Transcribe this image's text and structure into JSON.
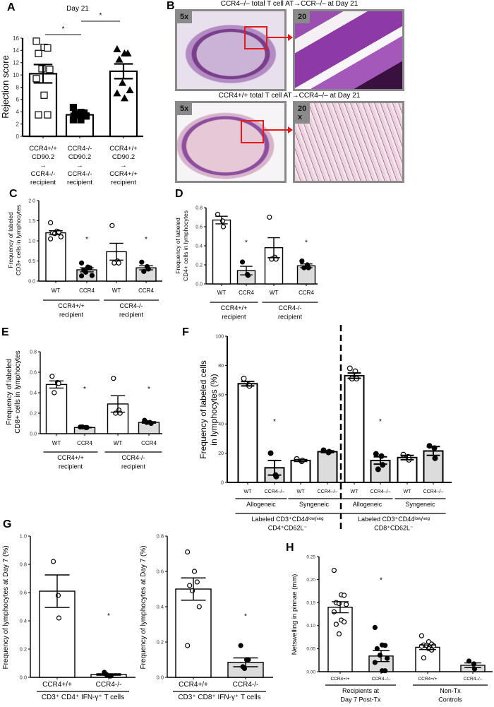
{
  "panel_labels": [
    "A",
    "B",
    "C",
    "D",
    "E",
    "F",
    "G",
    "H"
  ],
  "panel_b": {
    "top_title": "CCR4–/– total T cell AT→CCR–/– at Day 21",
    "bottom_title": "CCR4+/+ total T cell AT→CCR4–/– at Day 21",
    "top_left_mag": "5x",
    "top_right_mag": "20",
    "bottom_left_mag": "5x",
    "bottom_right_mag": "20\nx",
    "colors": {
      "box": "#e31b1b",
      "frame": "#8a8a8a",
      "stain_dark": "#6a2a7a",
      "stain_light": "#e8c6d6"
    }
  },
  "chart_data": [
    {
      "panel": "A",
      "type": "bar",
      "title": "Day 21",
      "ylabel": [
        "Rejection score"
      ],
      "ylim": [
        0,
        16
      ],
      "yticks": [
        "0",
        "2",
        "4",
        "6",
        "8",
        "10",
        "12",
        "14",
        "16"
      ],
      "categories": [
        [
          "CCR4+/+",
          "CD90.2",
          "→",
          "CCR4-/-",
          "recipient"
        ],
        [
          "CCR4-/-",
          "CD90.2",
          "→",
          "CCR4-/-",
          "recipient"
        ],
        [
          "CCR4+/+",
          "CD90.2",
          "→",
          "CCR4+/+",
          "recipient"
        ]
      ],
      "bars": [
        {
          "mean": 10.2,
          "sem": 1.5,
          "fill": "#ffffff",
          "marker": "open-square",
          "points": [
            15.5,
            14.5,
            14.4,
            13.5,
            11.0,
            10.9,
            9.4,
            6.7,
            3.5,
            3.5
          ]
        },
        {
          "mean": 3.5,
          "sem": 0.25,
          "fill": "#ffffff",
          "marker": "filled-square",
          "points": [
            4.7,
            3.9,
            3.8,
            3.6,
            3.5,
            3.3,
            2.7,
            2.7
          ]
        },
        {
          "mean": 10.6,
          "sem": 1.2,
          "fill": "#ffffff",
          "marker": "filled-triangle",
          "points": [
            14.2,
            13.5,
            13.5,
            12.5,
            8.7,
            7.5,
            7.0,
            6.2
          ]
        }
      ],
      "significance": [
        {
          "between": [
            0,
            1
          ],
          "label": "*"
        },
        {
          "between": [
            1,
            2
          ],
          "label": "*"
        }
      ]
    },
    {
      "panel": "C",
      "type": "bar",
      "ylabel": [
        "Frequency of labeled",
        "CD3+ cells in lymphocytes"
      ],
      "ylim": [
        0,
        2.0
      ],
      "yticks": [
        "0.0",
        "0.5",
        "1.0",
        "1.5",
        "2.0"
      ],
      "categories": [
        "WT",
        "CCR4",
        "WT",
        "CCR4"
      ],
      "groups": [
        {
          "label": [
            "CCR4+/+",
            "recipient"
          ],
          "span": [
            0,
            1
          ]
        },
        {
          "label": [
            "CCR4-/-",
            "recipient"
          ],
          "span": [
            2,
            3
          ]
        }
      ],
      "bars": [
        {
          "mean": 1.2,
          "sem": 0.05,
          "fill": "#ffffff",
          "marker": "open-circle",
          "points": [
            1.45,
            1.24,
            1.22,
            1.2,
            1.18,
            1.1,
            1.05
          ]
        },
        {
          "mean": 0.28,
          "sem": 0.05,
          "fill": "#dcdcdc",
          "marker": "filled-circle",
          "star": "*",
          "points": [
            0.45,
            0.35,
            0.33,
            0.28,
            0.22,
            0.14,
            0.13
          ]
        },
        {
          "mean": 0.73,
          "sem": 0.21,
          "fill": "#ffffff",
          "marker": "open-circle",
          "points": [
            1.38,
            0.5,
            0.45,
            0.45
          ]
        },
        {
          "mean": 0.33,
          "sem": 0.05,
          "fill": "#dcdcdc",
          "marker": "filled-circle",
          "star": "*",
          "points": [
            0.47,
            0.36,
            0.3,
            0.24
          ]
        }
      ]
    },
    {
      "panel": "D",
      "type": "bar",
      "ylabel": [
        "Frequency of labeled",
        "CD4+ cells in lymphocytes"
      ],
      "ylim": [
        0,
        0.8
      ],
      "yticks": [
        "0.0",
        "0.2",
        "0.4",
        "0.6",
        "0.8"
      ],
      "categories": [
        "WT",
        "CCR4",
        "WT",
        "CCR4"
      ],
      "groups": [
        {
          "label": [
            "CCR4+/+",
            "recipient"
          ],
          "span": [
            0,
            1
          ]
        },
        {
          "label": [
            "CCR4-/-",
            "recipient"
          ],
          "span": [
            2,
            3
          ]
        }
      ],
      "bars": [
        {
          "mean": 0.67,
          "sem": 0.04,
          "fill": "#ffffff",
          "marker": "open-circle",
          "points": [
            0.73,
            0.66,
            0.6
          ]
        },
        {
          "mean": 0.14,
          "sem": 0.045,
          "fill": "#dcdcdc",
          "marker": "filled-circle",
          "star": "*",
          "points": [
            0.23,
            0.1,
            0.09
          ]
        },
        {
          "mean": 0.38,
          "sem": 0.105,
          "fill": "#ffffff",
          "marker": "open-circle",
          "points": [
            0.7,
            0.28,
            0.26,
            0.26
          ]
        },
        {
          "mean": 0.19,
          "sem": 0.02,
          "fill": "#dcdcdc",
          "marker": "filled-circle",
          "star": "*",
          "points": [
            0.24,
            0.2,
            0.17,
            0.17
          ]
        }
      ]
    },
    {
      "panel": "E",
      "type": "bar",
      "ylabel": [
        "Frequency of labeled",
        "CD8+ cells in lymphocytes"
      ],
      "ylim": [
        0,
        0.8
      ],
      "yticks": [
        "0.0",
        "0.2",
        "0.4",
        "0.6",
        "0.8"
      ],
      "categories": [
        "WT",
        "CCR4",
        "WT",
        "CCR4"
      ],
      "groups": [
        {
          "label": [
            "CCR4+/+",
            "recipient"
          ],
          "span": [
            0,
            1
          ]
        },
        {
          "label": [
            "CCR4-/-",
            "recipient"
          ],
          "span": [
            2,
            3
          ]
        }
      ],
      "bars": [
        {
          "mean": 0.48,
          "sem": 0.035,
          "fill": "#ffffff",
          "marker": "open-circle",
          "points": [
            0.56,
            0.5,
            0.49,
            0.4
          ]
        },
        {
          "mean": 0.06,
          "sem": 0.003,
          "fill": "#dcdcdc",
          "marker": "filled-circle",
          "star": "*",
          "points": [
            0.065,
            0.06,
            0.06,
            0.066
          ]
        },
        {
          "mean": 0.29,
          "sem": 0.08,
          "fill": "#ffffff",
          "marker": "open-circle",
          "points": [
            0.54,
            0.23,
            0.2,
            0.2
          ]
        },
        {
          "mean": 0.11,
          "sem": 0.008,
          "fill": "#dcdcdc",
          "marker": "filled-circle",
          "star": "*",
          "points": [
            0.13,
            0.11,
            0.1,
            0.11
          ]
        }
      ]
    },
    {
      "panel": "F",
      "type": "bar",
      "ylabel": [
        "Frequency of labeled cells",
        "in lymphocytes (%)"
      ],
      "ylim": [
        0,
        100
      ],
      "yticks": [
        "0",
        "20",
        "40",
        "60",
        "80",
        "100"
      ],
      "categories": [
        "WT",
        "CCR4–/–",
        "WT",
        "CCR4–/–",
        "WT",
        "CCR4–/–",
        "WT",
        "CCR4–/–"
      ],
      "groups": [
        {
          "label": [
            "Allogeneic"
          ],
          "span": [
            0,
            1
          ],
          "level": 1
        },
        {
          "label": [
            "Syngeneic"
          ],
          "span": [
            2,
            3
          ],
          "level": 1
        },
        {
          "label": [
            "Labeled CD3⁺CD44ˡᵒʷ/ⁿᵉᵍ",
            "CD4⁺CD62L⁻"
          ],
          "span": [
            0,
            3
          ],
          "level": 2
        },
        {
          "label": [
            "Allogeneic"
          ],
          "span": [
            4,
            5
          ],
          "level": 1
        },
        {
          "label": [
            "Syngeneic"
          ],
          "span": [
            6,
            7
          ],
          "level": 1
        },
        {
          "label": [
            "Labeled CD3⁺CD44ˡᵒʷ/ⁿᵉᵍ",
            "CD8⁺CD62L⁻"
          ],
          "span": [
            4,
            7
          ],
          "level": 2
        }
      ],
      "divider": "dashed",
      "bars": [
        {
          "mean": 67.5,
          "sem": 1.5,
          "fill": "#ffffff",
          "marker": "open-circle",
          "points": [
            71,
            66.5,
            66
          ]
        },
        {
          "mean": 10,
          "sem": 5,
          "fill": "#dcdcdc",
          "marker": "filled-circle",
          "star": "*",
          "points": [
            20,
            5,
            4
          ]
        },
        {
          "mean": 15,
          "sem": 0.6,
          "fill": "#ffffff",
          "marker": "open-circle",
          "points": [
            16,
            14.5,
            15
          ]
        },
        {
          "mean": 21,
          "sem": 0.6,
          "fill": "#dcdcdc",
          "marker": "filled-circle",
          "points": [
            22,
            20.5,
            21
          ]
        },
        {
          "mean": 73,
          "sem": 1.8,
          "fill": "#ffffff",
          "marker": "open-circle",
          "points": [
            78,
            76,
            71,
            71
          ]
        },
        {
          "mean": 15,
          "sem": 2.5,
          "fill": "#dcdcdc",
          "marker": "filled-circle",
          "points": [
            19.5,
            18,
            12,
            9
          ],
          "star": "*"
        },
        {
          "mean": 17,
          "sem": 1.5,
          "fill": "#ffffff",
          "marker": "open-circle",
          "points": [
            19,
            17.5,
            15.5
          ]
        },
        {
          "mean": 21.5,
          "sem": 3,
          "fill": "#dcdcdc",
          "marker": "filled-circle",
          "points": [
            25,
            23.5,
            16.5
          ]
        }
      ]
    },
    {
      "panel": "G1",
      "type": "bar",
      "ylabel": [
        "Frequency of lymphocytes at Day 7 (%)"
      ],
      "ylim": [
        0,
        1.0
      ],
      "yticks": [
        "0.0",
        "0.2",
        "0.4",
        "0.6",
        "0.8",
        "1.0"
      ],
      "categories": [
        "CCR4+/+",
        "CCR4-/-"
      ],
      "groups": [
        {
          "label": [
            "CD3⁺ CD4⁺ IFN-γ⁺ T cells"
          ],
          "span": [
            0,
            1
          ]
        }
      ],
      "bars": [
        {
          "mean": 0.61,
          "sem": 0.115,
          "fill": "#ffffff",
          "marker": "open-circle",
          "points": [
            0.82,
            0.58,
            0.42
          ]
        },
        {
          "mean": 0.02,
          "sem": 0.005,
          "fill": "#ffffff",
          "marker": "filled-circle",
          "star": "*",
          "points": [
            0.035,
            0.01,
            0.01,
            0.02
          ]
        }
      ]
    },
    {
      "panel": "G2",
      "type": "bar",
      "ylabel": [
        "Frequency of lymphocytes at Day 7 (%)"
      ],
      "ylim": [
        0,
        0.8
      ],
      "yticks": [
        "0.0",
        "0.2",
        "0.4",
        "0.6",
        "0.8"
      ],
      "categories": [
        "CCR4+/+",
        "CCR4-/-"
      ],
      "groups": [
        {
          "label": [
            "CD3⁺ CD8⁺ IFN-γ⁺ T cells"
          ],
          "span": [
            0,
            1
          ]
        }
      ],
      "bars": [
        {
          "mean": 0.5,
          "sem": 0.063,
          "fill": "#ffffff",
          "marker": "open-circle",
          "points": [
            0.71,
            0.6,
            0.54,
            0.52,
            0.49,
            0.4,
            0.18
          ]
        },
        {
          "mean": 0.085,
          "sem": 0.025,
          "fill": "#dcdcdc",
          "marker": "filled-circle",
          "star": "*",
          "points": [
            0.18,
            0.1,
            0.1,
            0.06,
            0.05
          ]
        }
      ]
    },
    {
      "panel": "H",
      "type": "bar",
      "ylabel": [
        "Netswelling in pinnae (mm)"
      ],
      "ylim": [
        0,
        0.25
      ],
      "yticks": [
        "0.00",
        "0.05",
        "0.10",
        "0.15",
        "0.20",
        "0.25"
      ],
      "categories": [
        "CCR4+/+",
        "CCR4–/–",
        "CCR4+/+",
        "CCR4–/–"
      ],
      "groups": [
        {
          "label": [
            "Recipients at",
            "Day 7 Post-Tx"
          ],
          "span": [
            0,
            1
          ]
        },
        {
          "label": [
            "Non-Tx",
            "Controls"
          ],
          "span": [
            2,
            3
          ]
        }
      ],
      "bars": [
        {
          "mean": 0.14,
          "sem": 0.012,
          "fill": "#ffffff",
          "marker": "open-circle",
          "points": [
            0.22,
            0.167,
            0.166,
            0.15,
            0.148,
            0.146,
            0.13,
            0.112,
            0.108,
            0.103,
            0.082
          ]
        },
        {
          "mean": 0.034,
          "sem": 0.012,
          "fill": "#dcdcdc",
          "marker": "filled-circle",
          "star": "*",
          "points": [
            0.096,
            0.058,
            0.057,
            0.05,
            0.036,
            0.029,
            0.02,
            0.002,
            0.002
          ]
        },
        {
          "mean": 0.053,
          "sem": 0.005,
          "fill": "#ffffff",
          "marker": "open-circle",
          "points": [
            0.078,
            0.065,
            0.06,
            0.058,
            0.057,
            0.056,
            0.055,
            0.05,
            0.047,
            0.03
          ]
        },
        {
          "mean": 0.014,
          "sem": 0.005,
          "fill": "#dcdcdc",
          "marker": "filled-circle",
          "points": [
            0.023,
            0.017,
            0.006
          ]
        }
      ]
    }
  ]
}
